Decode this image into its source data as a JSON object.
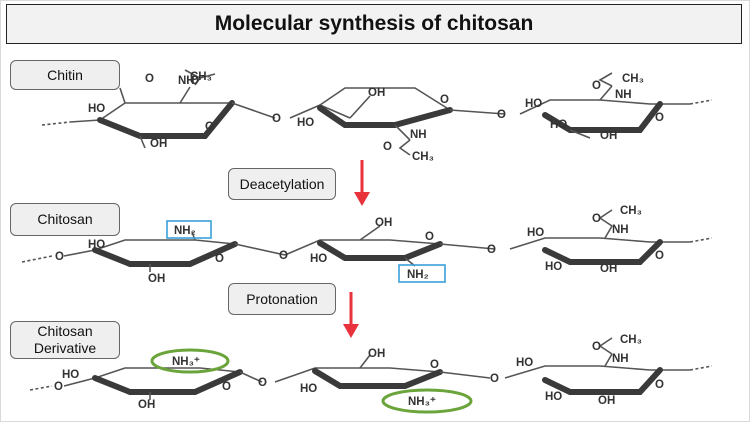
{
  "title": "Molecular synthesis of chitosan",
  "labels": {
    "chitin": "Chitin",
    "chitosan": "Chitosan",
    "derivative_line1": "Chitosan",
    "derivative_line2": "Derivative"
  },
  "steps": {
    "deacetylation": "Deacetylation",
    "protonation": "Protonation"
  },
  "groups": {
    "oh": "OH",
    "ho": "HO",
    "nh": "NH",
    "ch3": "CH₃",
    "o": "O",
    "nh2": "NH₂",
    "nh3": "NH₃⁺"
  },
  "colors": {
    "arrow": "#e8323c",
    "nh2_box": "#3aa0d8",
    "nh3_ring": "#6aa43a"
  }
}
